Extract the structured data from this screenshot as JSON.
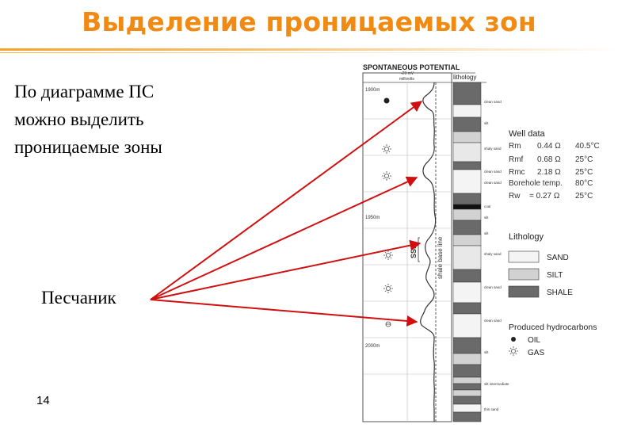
{
  "slide": {
    "title": "Выделение проницаемых зон",
    "lines": [
      "По диаграмме ПС",
      "можно выделить",
      "проницаемые зоны"
    ],
    "label": "Песчаник",
    "page_number": "14"
  },
  "log": {
    "header_title": "SPONTANEOUS POTENTIAL",
    "header_lithology": "lithology",
    "header_scale": "-20 mV",
    "header_scale_sub": "millivolts",
    "depth_1900": "1900m",
    "depth_1950": "1950m",
    "depth_2000": "2000m",
    "ssp_label": "SSP",
    "shale_base_label": "shale base line",
    "lith_notes": [
      "clean sand",
      "silt",
      "shaly sand",
      "clean sand",
      "clean sand",
      "coal",
      "silt",
      "silt",
      "shaly sand",
      "clean sand",
      "clean sand",
      "silt",
      "silt intermediate",
      "thin sand"
    ]
  },
  "well_data": {
    "title": "Well data",
    "rows": [
      {
        "label": "Rm",
        "value": "0.44 Ω",
        "temp": "40.5°C"
      },
      {
        "label": "Rmf",
        "value": "0.68 Ω",
        "temp": "25°C"
      },
      {
        "label": "Rmc",
        "value": "2.18 Ω",
        "temp": "25°C"
      },
      {
        "label": "Borehole temp.",
        "value": "",
        "temp": "80°C"
      },
      {
        "label": "Rw",
        "value": "= 0.27 Ω",
        "temp": "25°C"
      }
    ]
  },
  "legend_lithology": {
    "title": "Lithology",
    "items": [
      {
        "label": "SAND",
        "fill": "#f4f4f4"
      },
      {
        "label": "SILT",
        "fill": "#d2d2d2"
      },
      {
        "label": "SHALE",
        "fill": "#6a6a6a"
      }
    ]
  },
  "legend_hydrocarbons": {
    "title": "Produced hydrocarbons",
    "items": [
      {
        "label": "OIL",
        "icon": "oil-dot-icon"
      },
      {
        "label": "GAS",
        "icon": "gas-star-icon"
      }
    ]
  },
  "colors": {
    "title": "#f08a12",
    "arrow": "#d01010",
    "ink": "#222222"
  }
}
